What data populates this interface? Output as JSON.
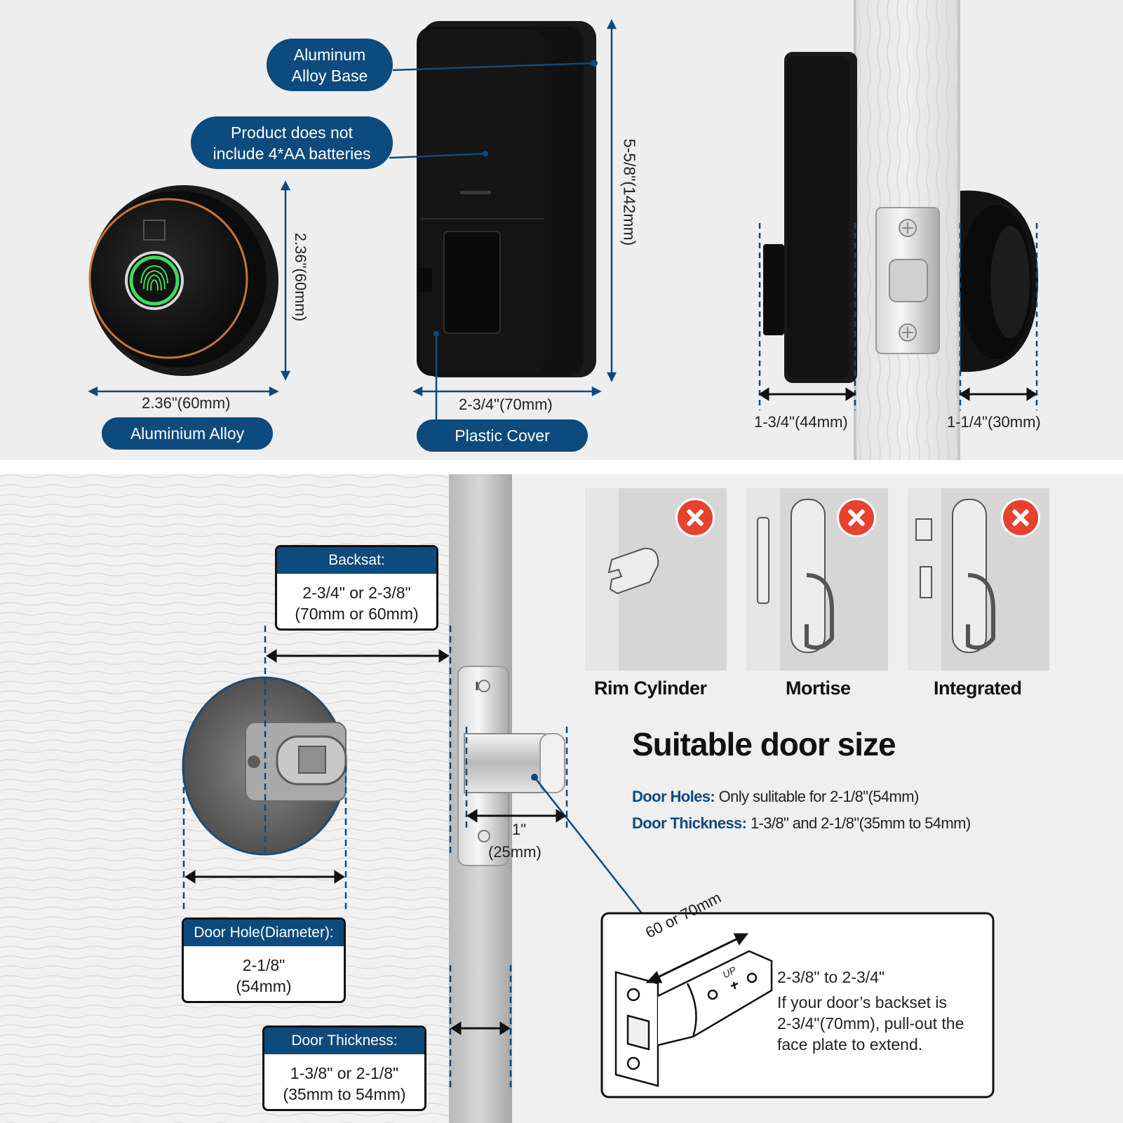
{
  "top": {
    "callouts": {
      "aluminum_base": [
        "Aluminum",
        "Alloy Base"
      ],
      "batteries": [
        "Product does not",
        "include 4*AA batteries"
      ]
    },
    "round_lock": {
      "height_dim": "2.36\"(60mm)",
      "width_dim": "2.36\"(60mm)",
      "material": "Aluminium Alloy"
    },
    "rear_unit": {
      "height_dim": "5-5/8\"(142mm)",
      "width_dim": "2-3/4\"(70mm)",
      "material": "Plastic Cover"
    },
    "side_view": {
      "inner_depth": "1-3/4\"(44mm)",
      "outer_depth": "1-1/4\"(30mm)"
    }
  },
  "bottom": {
    "backset": {
      "title": "Backsat:",
      "lines": [
        "2-3/4\" or 2-3/8\"",
        "(70mm or 60mm)"
      ]
    },
    "door_hole": {
      "title": "Door Hole(Diameter):",
      "lines": [
        "2-1/8\"",
        "(54mm)"
      ]
    },
    "door_thickness": {
      "title": "Door Thickness:",
      "lines": [
        "1-3/8\" or 2-1/8\"",
        "(35mm to 54mm)"
      ]
    },
    "latch_depth": [
      "1\"",
      "(25mm)"
    ],
    "unsuitable_types": [
      "Rim Cylinder",
      "Mortise",
      "Integrated"
    ],
    "heading": "Suitable door size",
    "specs": {
      "holes_label": "Door Holes:",
      "holes_value": "Only sulitable for 2-1/8\"(54mm)",
      "thickness_label": "Door Thickness:",
      "thickness_value": "1-3/8\" and 2-1/8\"(35mm to 54mm)"
    },
    "latch_box": {
      "diagram_label": "60 or 70mm",
      "up_mark": "UP",
      "range": "2-3/8\" to 2-3/4\"",
      "note_lines": [
        "If your door’s backset is",
        "2-3/4\"(70mm), pull-out the",
        "face plate to extend."
      ]
    }
  },
  "colors": {
    "brand_blue": "#0d4a7d",
    "reject_red": "#e8412f",
    "fingerprint_green": "#3ddc5a",
    "copper_ring": "#c8743a"
  }
}
